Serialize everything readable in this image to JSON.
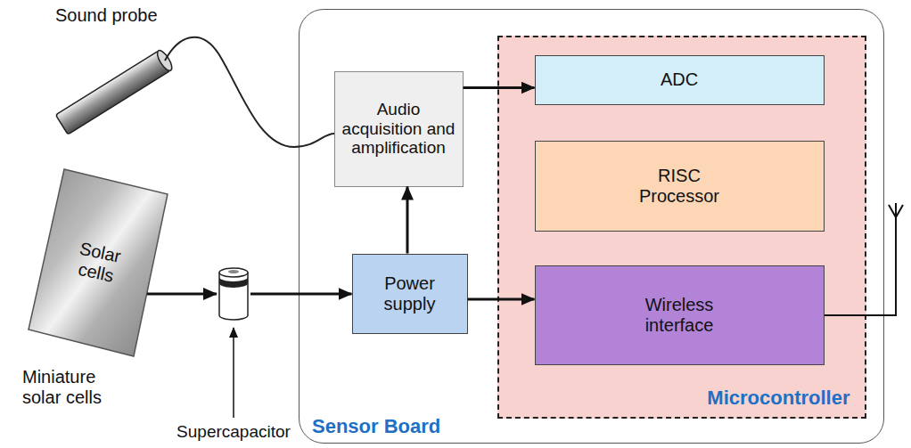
{
  "diagram": {
    "nodes": [
      {
        "text": [
          "Sensor Board"
        ]
      },
      {
        "text": [
          "Audio acquisition and amplification"
        ],
        "in": 0
      },
      {
        "text": [
          "Power supply"
        ],
        "in": 0
      },
      {
        "text": [
          "Microcontroller"
        ],
        "in": 0
      },
      {
        "text": [
          "ADC"
        ],
        "in": 3
      },
      {
        "text": [
          "RISC Processor"
        ],
        "in": 3
      },
      {
        "text": [
          "Wireless interface"
        ],
        "in": 3
      },
      {
        "text": [
          "Solar cells"
        ]
      },
      {
        "text": [
          "Supercapacitor"
        ]
      }
    ],
    "edges": [
      {
        "from": 7,
        "to": 8,
        "arrow": "to"
      },
      {
        "from": 8,
        "to": 2,
        "arrow": "to"
      },
      {
        "from": 2,
        "to": 1,
        "arrow": "to"
      },
      {
        "from": 2,
        "to": 6,
        "arrow": "to"
      },
      {
        "from": 1,
        "to": 4,
        "arrow": "to"
      }
    ],
    "labels": [
      "Sound probe",
      "Miniature solar cells"
    ]
  }
}
